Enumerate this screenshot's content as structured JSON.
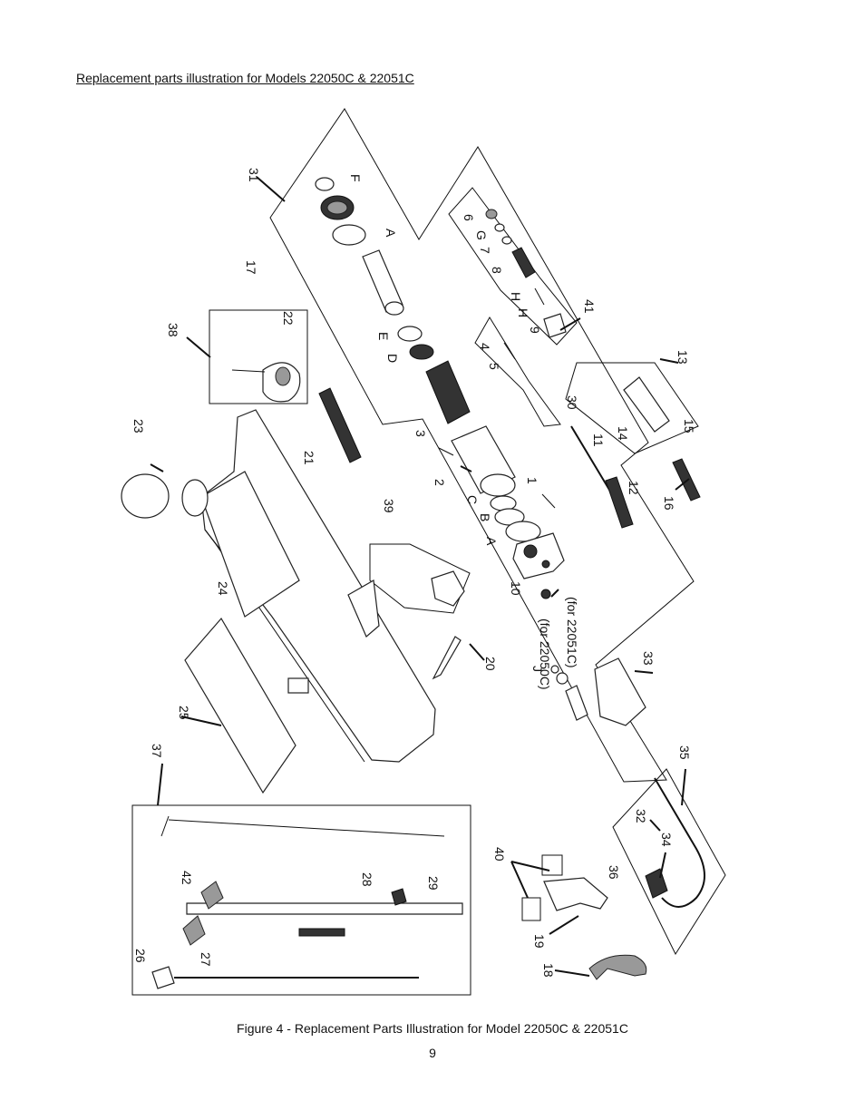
{
  "heading": "Replacement parts illustration for Models 22050C & 22051C",
  "caption": "Figure 4 - Replacement Parts Illustration for Model 22050C & 22051C",
  "page_number": "9",
  "part_labels": [
    "31",
    "F",
    "A",
    "6",
    "G",
    "7",
    "8",
    "H",
    "H",
    "9",
    "41",
    "17",
    "38",
    "22",
    "E",
    "D",
    "4",
    "5",
    "30",
    "13",
    "11",
    "14",
    "15",
    "3",
    "12",
    "2",
    "1",
    "C",
    "B",
    "A",
    "16",
    "23",
    "21",
    "39",
    "24",
    "10",
    "(for 22050C)",
    "(for 22051C)",
    "J",
    "33",
    "20",
    "25",
    "37",
    "35",
    "32",
    "34",
    "36",
    "40",
    "42",
    "28",
    "29",
    "26",
    "27",
    "19",
    "18"
  ]
}
